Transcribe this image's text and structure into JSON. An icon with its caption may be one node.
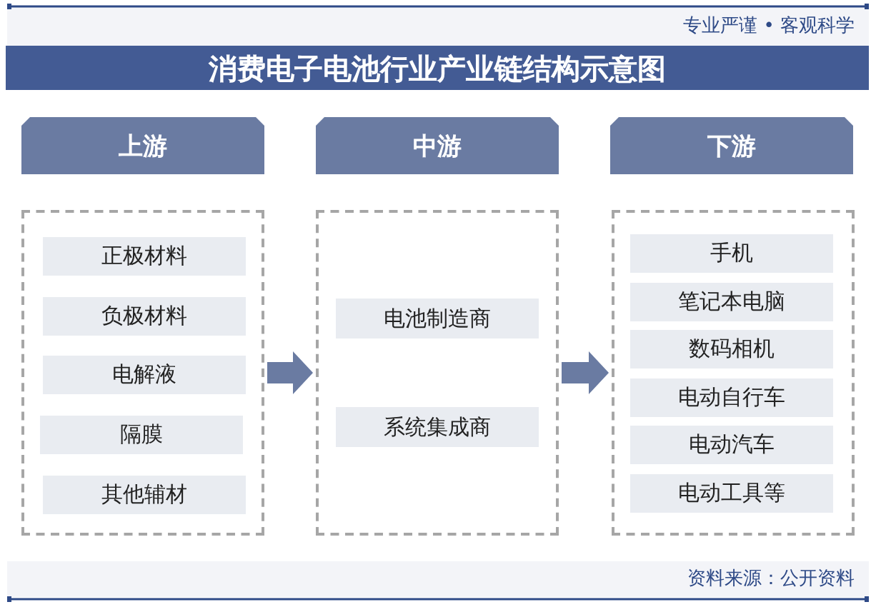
{
  "diagram": {
    "title": "消费电子电池行业产业链结构示意图",
    "nodes": [
      {
        "text": [
          "上游"
        ]
      },
      {
        "text": [
          "中游"
        ]
      },
      {
        "text": [
          "下游"
        ]
      },
      {
        "text": [],
        "shape": "box"
      },
      {
        "text": [
          "正极材料"
        ],
        "in": 3
      },
      {
        "text": [
          "负极材料"
        ],
        "in": 3
      },
      {
        "text": [
          "电解液"
        ],
        "in": 3
      },
      {
        "text": [
          "隔膜"
        ],
        "in": 3
      },
      {
        "text": [
          "其他辅材"
        ],
        "in": 3
      },
      {
        "text": [],
        "shape": "box"
      },
      {
        "text": [
          "电池制造商"
        ],
        "in": 9
      },
      {
        "text": [
          "系统集成商"
        ],
        "in": 9
      },
      {
        "text": [],
        "shape": "box"
      },
      {
        "text": [
          "手机"
        ],
        "in": 12
      },
      {
        "text": [
          "笔记本电脑"
        ],
        "in": 12
      },
      {
        "text": [
          "数码相机"
        ],
        "in": 12
      },
      {
        "text": [
          "电动自行车"
        ],
        "in": 12
      },
      {
        "text": [
          "电动汽车"
        ],
        "in": 12
      },
      {
        "text": [
          "电动工具等"
        ],
        "in": 12
      }
    ],
    "edges": [
      {
        "from": 3,
        "to": 9,
        "arrow": "to"
      },
      {
        "from": 9,
        "to": 12,
        "arrow": "to"
      }
    ],
    "labels": [
      "专业严谨 • 客观科学",
      "资料来源：公开资料"
    ]
  }
}
